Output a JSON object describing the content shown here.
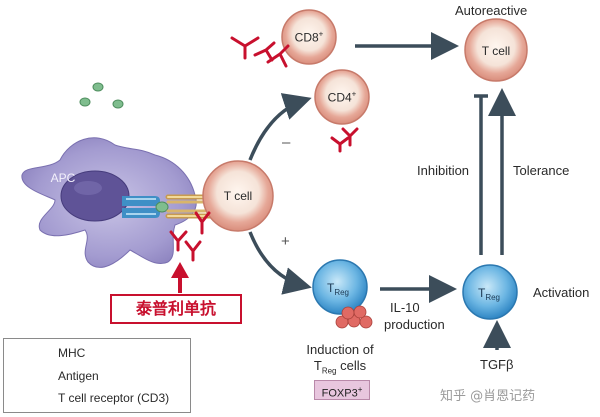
{
  "cells": {
    "cd8": {
      "label": "CD8",
      "sup": "+"
    },
    "cd4": {
      "label": "CD4",
      "sup": "+"
    },
    "tcell": {
      "label": "T cell"
    },
    "autoreactive_tcell": {
      "label": "T cell"
    },
    "apc": {
      "label": "APC"
    },
    "treg_left": {
      "main": "T",
      "sub": "Reg"
    },
    "treg_right": {
      "main": "T",
      "sub": "Reg"
    }
  },
  "labels": {
    "autoreactive": "Autoreactive",
    "inhibition": "Inhibition",
    "tolerance": "Tolerance",
    "activation": "Activation",
    "il10_line1": "IL-10",
    "il10_line2": "production",
    "induction_line1": "Induction of",
    "induction_t": "T",
    "induction_sub": "Reg",
    "induction_rest": " cells",
    "tgfb": "TGFβ",
    "foxp3": "FOXP3",
    "foxp3_sup": "+",
    "minus": "–",
    "plus": "+",
    "antibody_cn": "泰普利单抗"
  },
  "legend": {
    "items": [
      {
        "icon": "mhc-icon",
        "label": "MHC"
      },
      {
        "icon": "antigen-icon",
        "label": "Antigen"
      },
      {
        "icon": "tcr-icon",
        "label": "T cell receptor (CD3)"
      }
    ]
  },
  "watermark": "知乎 @肖恩记药",
  "colors": {
    "arrow": "#3c4d5a",
    "antibody_red": "#c8102e",
    "apc_purple": "#8d84c0",
    "tcell_pink": "#e9b7a9",
    "treg_blue": "#4a9ad0",
    "mhc_blue": "#3f8fc6",
    "antigen_green": "#79b98a",
    "tcr_gold": "#d9b56a",
    "foxp3_bg": "#e8c6de"
  }
}
